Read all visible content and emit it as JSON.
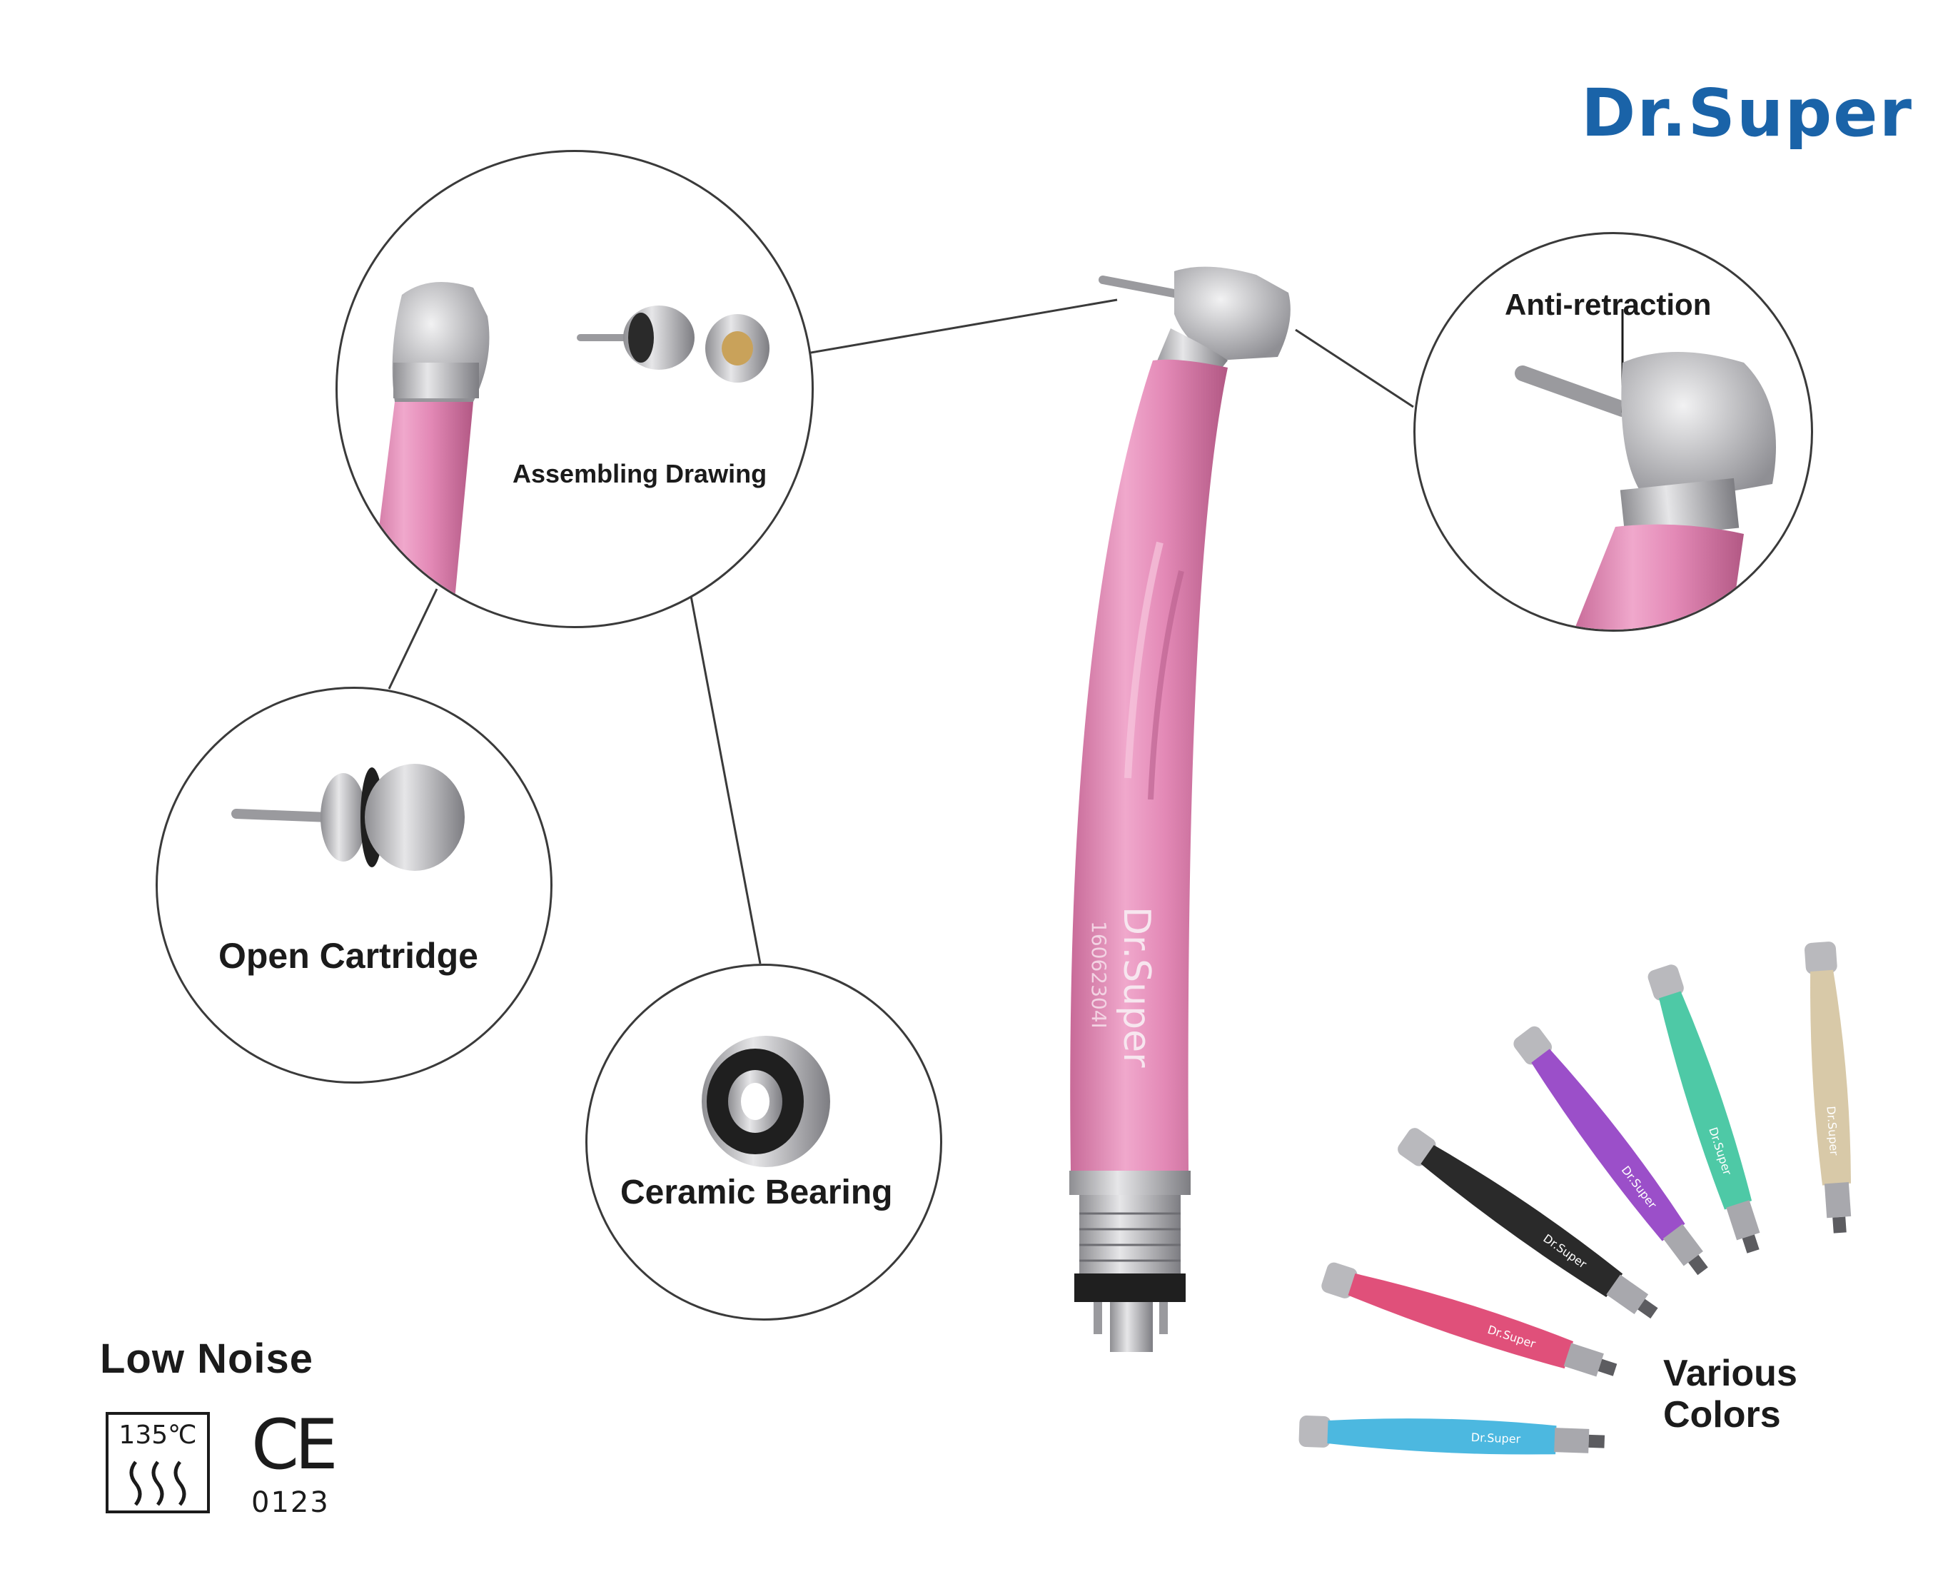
{
  "brand": {
    "logo_text": "Dr.Super",
    "color": "#1a63a8"
  },
  "features": {
    "assembling": {
      "label": "Assembling Drawing"
    },
    "anti_retraction": {
      "label": "Anti-retraction"
    },
    "open_cartridge": {
      "label": "Open Cartridge"
    },
    "ceramic_bearing": {
      "label": "Ceramic Bearing"
    }
  },
  "handpiece": {
    "brand_text": "Dr.Super",
    "serial": "16062304I",
    "body_color": "#e389b6",
    "head_color": "#b9b9bd"
  },
  "certifications": {
    "low_noise": "Low Noise",
    "sterilization_temp": "135℃",
    "ce_mark": "CE",
    "ce_number": "0123"
  },
  "variants": {
    "label_line1": "Various",
    "label_line2": "Colors",
    "brand_text": "Dr.Super",
    "colors": [
      "#4cb8e0",
      "#e0507a",
      "#2a2a2a",
      "#9b4fc9",
      "#4ec9a6",
      "#d8c9a8"
    ]
  }
}
